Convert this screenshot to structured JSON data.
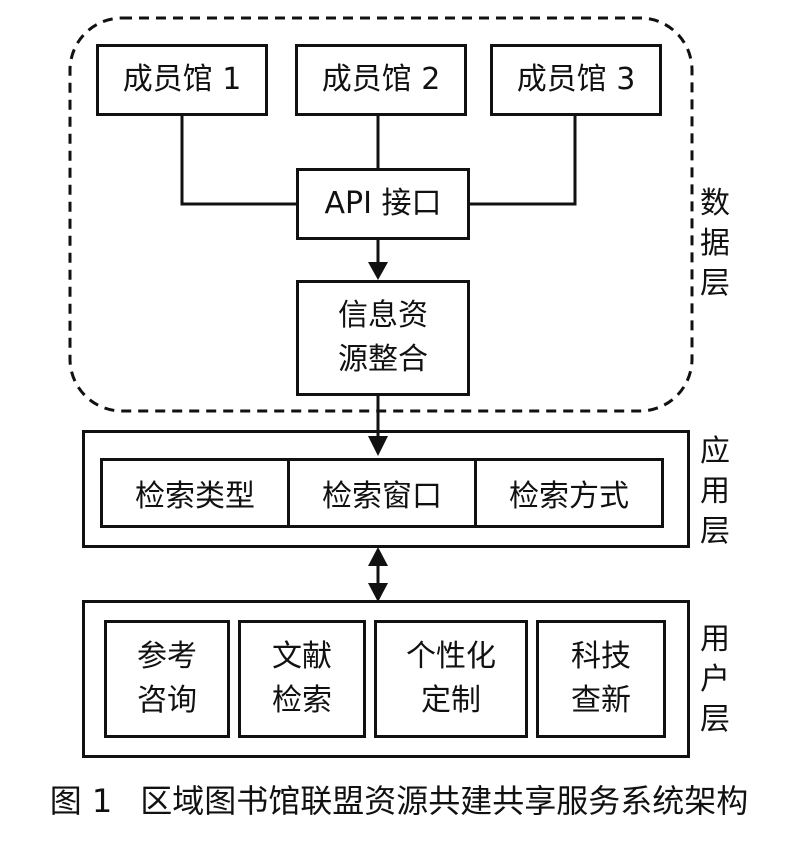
{
  "data_layer": {
    "members": [
      "成员馆 1",
      "成员馆 2",
      "成员馆 3"
    ],
    "api": "API 接口",
    "integration": [
      "信息资",
      "源整合"
    ],
    "side_label": [
      "数",
      "据",
      "层"
    ]
  },
  "app_layer": {
    "cells": [
      "检索类型",
      "检索窗口",
      "检索方式"
    ],
    "side_label": [
      "应",
      "用",
      "层"
    ]
  },
  "user_layer": {
    "cells": [
      [
        "参考",
        "咨询"
      ],
      [
        "文献",
        "检索"
      ],
      [
        "个性化",
        "定制"
      ],
      [
        "科技",
        "查新"
      ]
    ],
    "side_label": [
      "用",
      "户",
      "层"
    ]
  },
  "caption": {
    "number": "图 1",
    "title": "区域图书馆联盟资源共建共享服务系统架构"
  }
}
